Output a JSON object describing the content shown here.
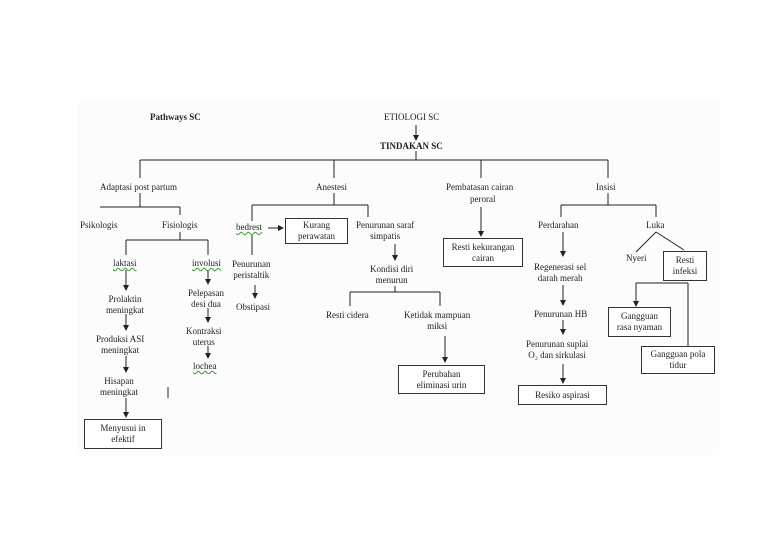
{
  "title": "Pathways SC",
  "root": "ETIOLOGI SC",
  "action": "TINDAKAN SC",
  "branches": {
    "adaptasi": "Adaptasi post partum",
    "anestesi": "Anestesi",
    "pembatasan": "Pembatasan cairan",
    "pembatasan2": "peroral",
    "insisi": "Insisi"
  },
  "adaptasi": {
    "psikologis": "Psikologis",
    "fisiologis": "Fisiologis",
    "laktasi": "laktasi",
    "involusi": "involusi",
    "prolaktin": [
      "Prolaktin",
      "meningkat"
    ],
    "produksi": [
      "Produksi ASI",
      "meningkat"
    ],
    "hisapan": [
      "Hisapan",
      "meningkat"
    ],
    "menyusui": [
      "Menyusui in",
      "efektif"
    ],
    "pelepasan": [
      "Pelepasan",
      "desi dua"
    ],
    "kontraksi": [
      "Kontraksi",
      "uterus"
    ],
    "lochea": "lochea"
  },
  "anestesi": {
    "bedrest": "bedrest",
    "kurang": [
      "Kurang",
      "perawatan"
    ],
    "penurunan_peristaltik": [
      "Penurunan",
      "peristaltik"
    ],
    "obstipasi": "Obstipasi",
    "saraf": [
      "Penurunan saraf",
      "simpatis"
    ],
    "kondisi": [
      "Kondisi diri",
      "menurun"
    ],
    "resti_cidera": "Resti cidera",
    "ketidak": [
      "Ketidak mampuan",
      "miksi"
    ],
    "perubahan": [
      "Perubahan",
      "eliminasi urin"
    ]
  },
  "pembatasan": {
    "resti_kekurangan": [
      "Resti kekurangan",
      "cairan"
    ]
  },
  "insisi": {
    "perdarahan": "Perdarahan",
    "luka": "Luka",
    "regenerasi": [
      "Regenerasi sel",
      "darah merah"
    ],
    "penurunan_hb": "Penurunan HB",
    "suplai": [
      "Penurunan suplai",
      "O₂ dan sirkulasi"
    ],
    "resiko": "Resiko aspirasi",
    "nyeri": "Nyeri",
    "resti_infeksi": [
      "Resti",
      "infeksi"
    ],
    "gangguan_nyaman": [
      "Gangguan",
      "rasa nyaman"
    ],
    "gangguan_tidur": [
      "Gangguan pola",
      "tidur"
    ]
  }
}
